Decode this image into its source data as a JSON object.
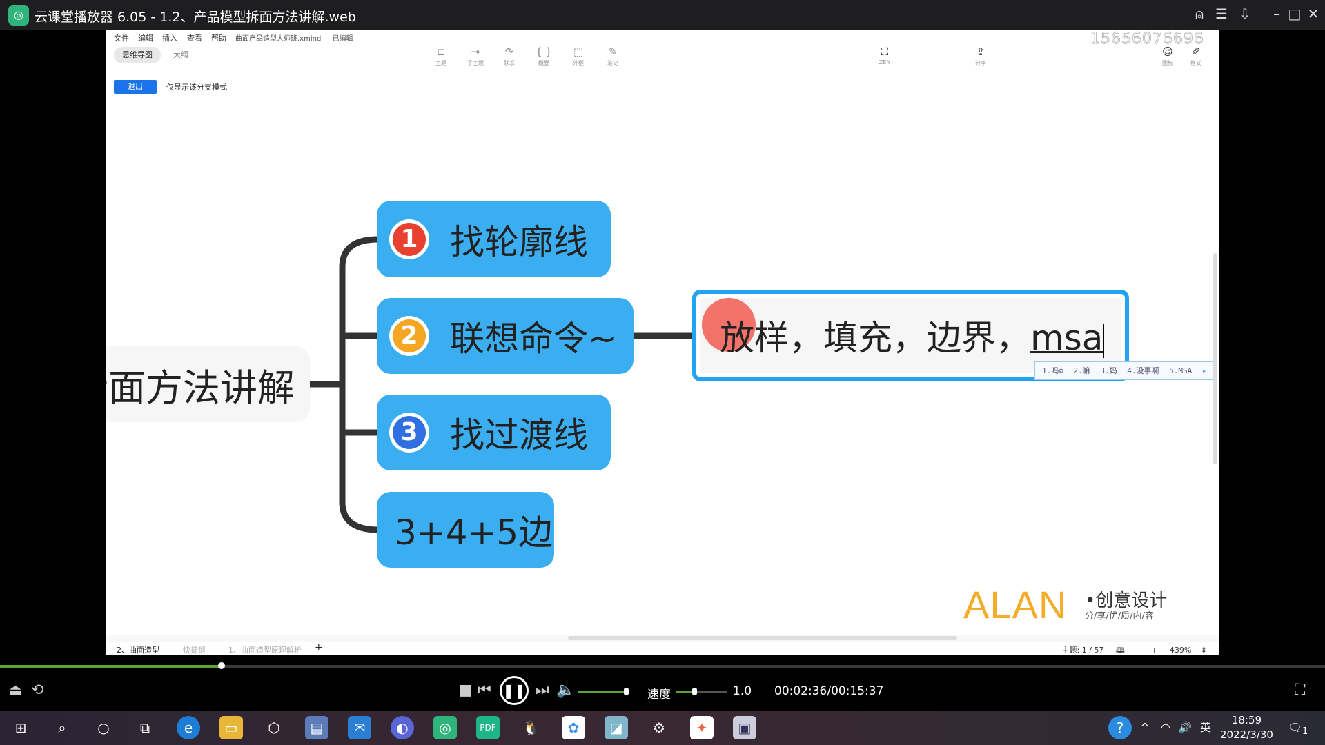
{
  "window": {
    "title": "云课堂播放器 6.05 - 1.2、产品模型拆面方法讲解.web",
    "controls": [
      "user-icon",
      "list-icon",
      "download-icon",
      "minimize-icon",
      "maximize-icon",
      "close-icon"
    ]
  },
  "editor": {
    "menu": [
      "文件",
      "编辑",
      "插入",
      "查看",
      "帮助"
    ],
    "filename": "曲面产品造型大师班.xmind — 已编辑",
    "mode_tabs": [
      "思维导图",
      "大纲"
    ],
    "tools": [
      {
        "icon": "topic-icon",
        "label": "主题"
      },
      {
        "icon": "subtopic-icon",
        "label": "子主题"
      },
      {
        "icon": "relationship-icon",
        "label": "联系"
      },
      {
        "icon": "summary-icon",
        "label": "概要"
      },
      {
        "icon": "boundary-icon",
        "label": "外框"
      },
      {
        "icon": "note-icon",
        "label": "笔记"
      }
    ],
    "zen_label": "ZEN",
    "share_label": "分享",
    "icon_label": "图标",
    "format_label": "格式",
    "watermark": "15656076696",
    "exit_label": "退出",
    "branch_mode_label": "仅显示该分支模式",
    "root": "拆面方法讲解",
    "branches": [
      {
        "num": "1",
        "text": "找轮廓线",
        "color": "#e8412f"
      },
      {
        "num": "2",
        "text": "联想命令~",
        "color": "#f5a623"
      },
      {
        "num": "3",
        "text": "找过渡线",
        "color": "#2f6fe0"
      },
      {
        "num": "",
        "text": "3+4+5边"
      }
    ],
    "edit_text": "放样，填充，边界，",
    "edit_composing": "msa",
    "ime_candidates": [
      "1.吗⊘",
      "2.嘛",
      "3.妈",
      "4.没事啊",
      "5.MSA"
    ],
    "logo": {
      "brand": "ALAN",
      "dot": "•",
      "cn": "创意设计",
      "sub": "分/享/优/质/内/容"
    },
    "sheet_tabs": [
      "2、曲面造型",
      "快捷键",
      "1、曲面造型原理解析"
    ],
    "add_sheet": "+",
    "topic_count": "主题: 1 / 57",
    "zoom": "439%",
    "accent": "#3aaef0"
  },
  "player": {
    "progress": 0.167,
    "time": "00:02:36/00:15:37",
    "speed_label": "速度",
    "speed": "1.0",
    "volume": 0.8
  },
  "taskbar": {
    "time": "18:59",
    "date": "2022/3/30",
    "ime": "英",
    "notifications": "1"
  }
}
